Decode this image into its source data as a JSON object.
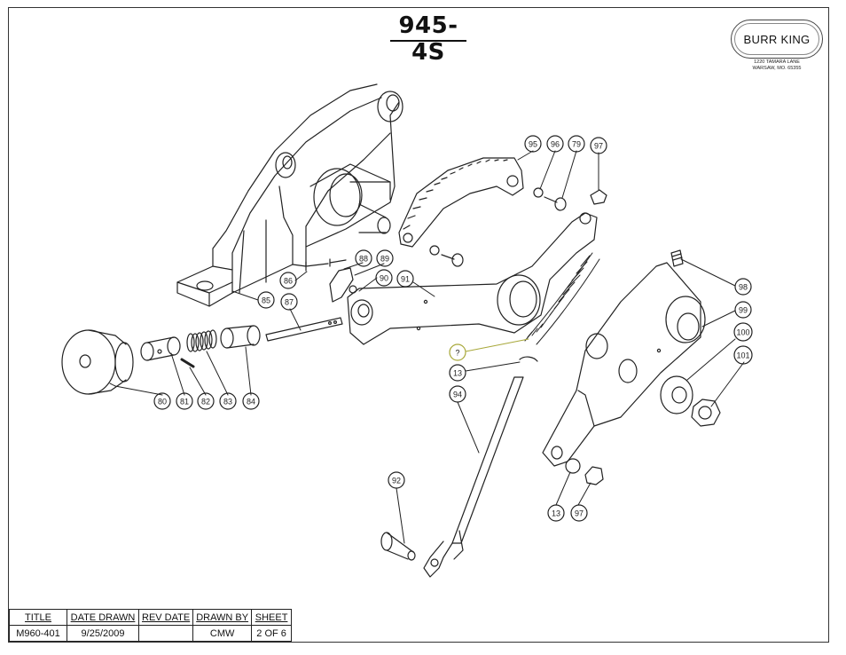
{
  "drawing": {
    "title": "945-4S",
    "logo_text": "BURR KING",
    "address_line1": "1220 TAMARA LANE",
    "address_line2": "WARSAW, MO. 65355"
  },
  "balloons": [
    {
      "id": "b80",
      "label": "80"
    },
    {
      "id": "b81",
      "label": "81"
    },
    {
      "id": "b82",
      "label": "82"
    },
    {
      "id": "b83",
      "label": "83"
    },
    {
      "id": "b84",
      "label": "84"
    },
    {
      "id": "b85",
      "label": "85"
    },
    {
      "id": "b86",
      "label": "86"
    },
    {
      "id": "b87",
      "label": "87"
    },
    {
      "id": "b88",
      "label": "88"
    },
    {
      "id": "b89",
      "label": "89"
    },
    {
      "id": "b90",
      "label": "90"
    },
    {
      "id": "b91",
      "label": "91"
    },
    {
      "id": "b95",
      "label": "95"
    },
    {
      "id": "b96",
      "label": "96"
    },
    {
      "id": "b79",
      "label": "79"
    },
    {
      "id": "b97a",
      "label": "97"
    },
    {
      "id": "b98",
      "label": "98"
    },
    {
      "id": "b99",
      "label": "99"
    },
    {
      "id": "b100",
      "label": "100"
    },
    {
      "id": "b101",
      "label": "101"
    },
    {
      "id": "bq",
      "label": "?"
    },
    {
      "id": "b13a",
      "label": "13"
    },
    {
      "id": "b94",
      "label": "94"
    },
    {
      "id": "b92",
      "label": "92"
    },
    {
      "id": "b13b",
      "label": "13"
    },
    {
      "id": "b97b",
      "label": "97"
    }
  ],
  "title_block": {
    "headers": [
      "TITLE",
      "DATE DRAWN",
      "REV DATE",
      "DRAWN BY",
      "SHEET"
    ],
    "values": [
      "M960-401",
      "9/25/2009",
      "",
      "CMW",
      "2 OF 6"
    ]
  },
  "colors": {
    "highlight_balloon": "#a8a83a",
    "line": "#222222"
  }
}
